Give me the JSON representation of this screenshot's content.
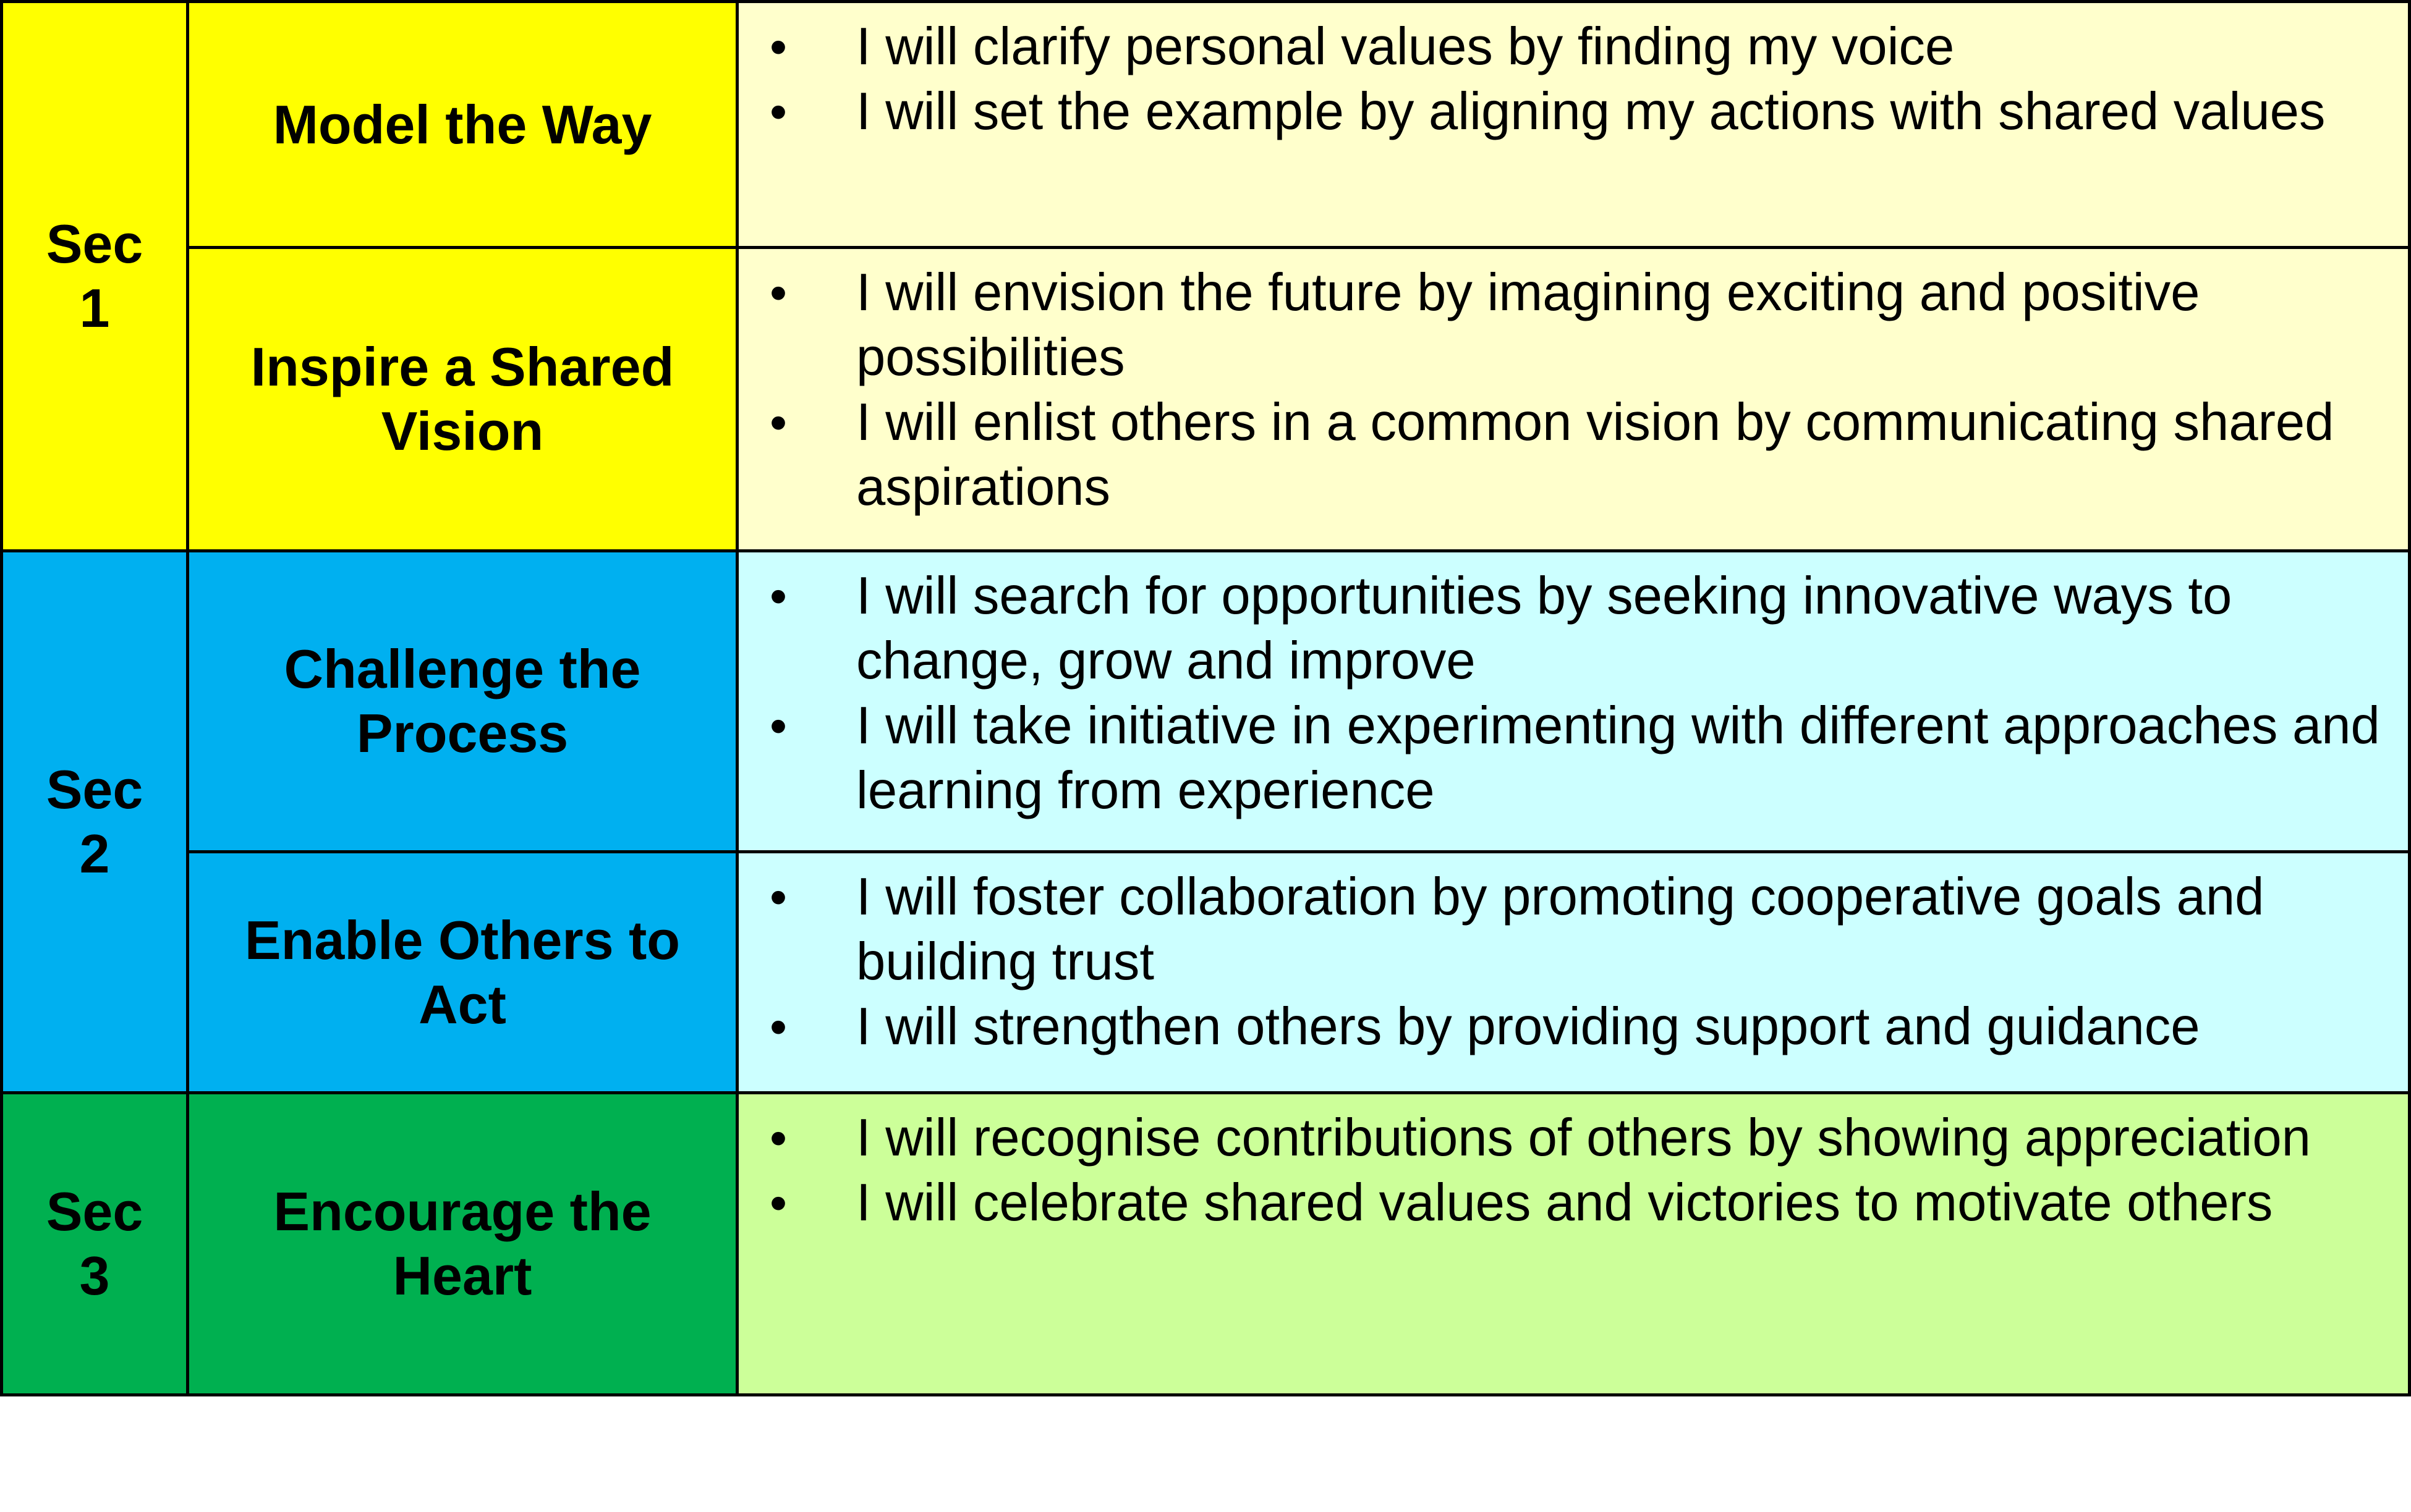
{
  "sections": [
    {
      "label_line1": "Sec",
      "label_line2": "1"
    },
    {
      "label_line1": "Sec",
      "label_line2": "2"
    },
    {
      "label_line1": "Sec",
      "label_line2": "3"
    }
  ],
  "rows": [
    {
      "practice": "Model the Way",
      "commitments": [
        "I will clarify personal values by finding my voice",
        "I will set the example by aligning my actions with shared values"
      ]
    },
    {
      "practice": "Inspire a Shared Vision",
      "commitments": [
        "I will envision the future by imagining exciting and positive possibilities",
        "I will enlist others in a common vision by communicating shared aspirations"
      ]
    },
    {
      "practice": "Challenge the Process",
      "commitments": [
        "I will search for opportunities by seeking innovative ways to change, grow and improve",
        "I will take initiative in experimenting with different approaches and learning from experience"
      ]
    },
    {
      "practice": "Enable Others to Act",
      "commitments": [
        "I will foster collaboration by promoting cooperative goals and building trust",
        "I will strengthen others by providing support and guidance"
      ]
    },
    {
      "practice": "Encourage the Heart",
      "commitments": [
        "I will recognise contributions of others by showing appreciation",
        "I will celebrate shared values and victories to motivate others"
      ]
    }
  ],
  "bullet_glyph": "•",
  "colors": {
    "sec1_dark": "#ffff00",
    "sec1_light": "#ffffcc",
    "sec2_dark": "#00b0f0",
    "sec2_light": "#ccffff",
    "sec3_dark": "#00b050",
    "sec3_light": "#ccff99"
  }
}
